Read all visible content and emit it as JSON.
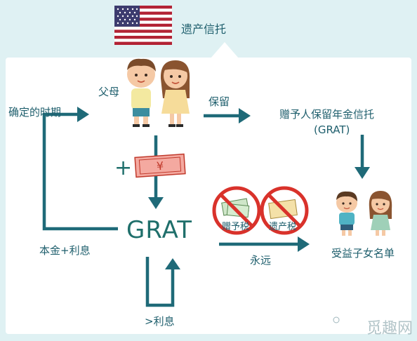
{
  "title": "遗产信托",
  "labels": {
    "fixed_period": "确定的时期",
    "parents": "父母",
    "retain": "保留",
    "grat_full": "赠予人保留年金信托",
    "grat_abbr": "(GRAT)",
    "grat": "GRAT",
    "principal_interest": "本金+利息",
    "forever": "永远",
    "beneficiaries": "受益子女名单",
    "gt_interest": ">利息",
    "gift_tax": "赠予税",
    "estate_tax": "遗产税",
    "plus": "+",
    "yuan": "¥"
  },
  "watermark": "觅趣网",
  "colors": {
    "teal": "#1f5f6d",
    "arrow": "#1f6a78",
    "panel_bg": "#ffffff",
    "outer_bg": "#dff1f3",
    "ban_red": "#d9322b",
    "money_red": "#c0392b"
  }
}
